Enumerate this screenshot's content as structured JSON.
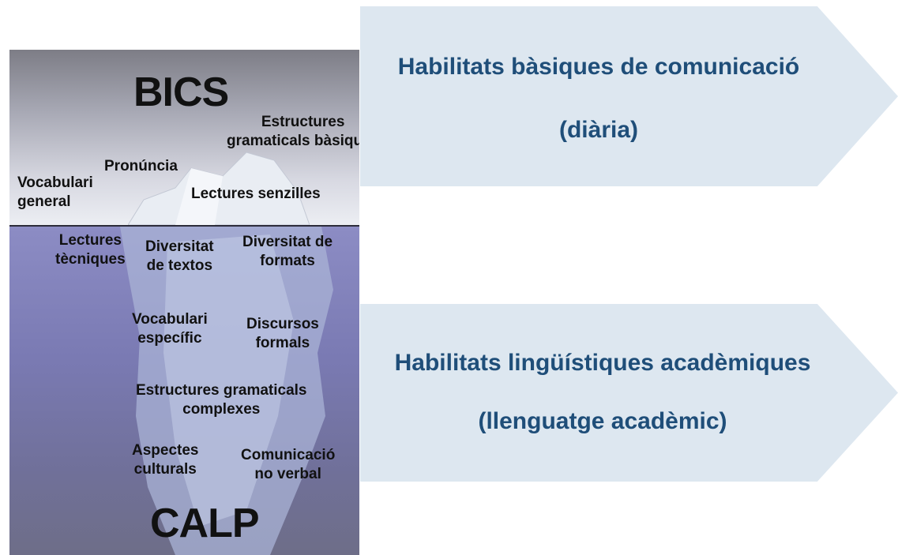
{
  "iceberg": {
    "top_title": "BICS",
    "bottom_title": "CALP",
    "surface_items": {
      "estructures": [
        "Estructures",
        "gramaticals bàsiques"
      ],
      "pronuncia": [
        "Pronúncia"
      ],
      "vocabulari_general": [
        "Vocabulari",
        "general"
      ],
      "lectures_senzilles": [
        "Lectures senzilles"
      ]
    },
    "deep_items": {
      "lectures_tecniques": [
        "Lectures",
        "tècniques"
      ],
      "diversitat_textos": [
        "Diversitat",
        "de textos"
      ],
      "diversitat_formats": [
        "Diversitat de",
        "formats"
      ],
      "vocabulari_especific": [
        "Vocabulari",
        "específic"
      ],
      "discursos_formals": [
        "Discursos",
        "formals"
      ],
      "estructures_complexes": [
        "Estructures gramaticals",
        "complexes"
      ],
      "aspectes_culturals": [
        "Aspectes",
        "culturals"
      ],
      "comunicacio_no_verbal": [
        "Comunicació",
        "no verbal"
      ]
    }
  },
  "arrows": [
    {
      "line1": "Habilitats bàsiques de comunicació",
      "line2": "(diària)"
    },
    {
      "line1": "Habilitats lingüístiques acadèmiques",
      "line2": "(llenguatge acadèmic)"
    }
  ],
  "colors": {
    "arrow_fill": "#dde7f0",
    "arrow_text": "#1f4e79",
    "sea": "#7a7ab3",
    "label_text": "#111111"
  }
}
